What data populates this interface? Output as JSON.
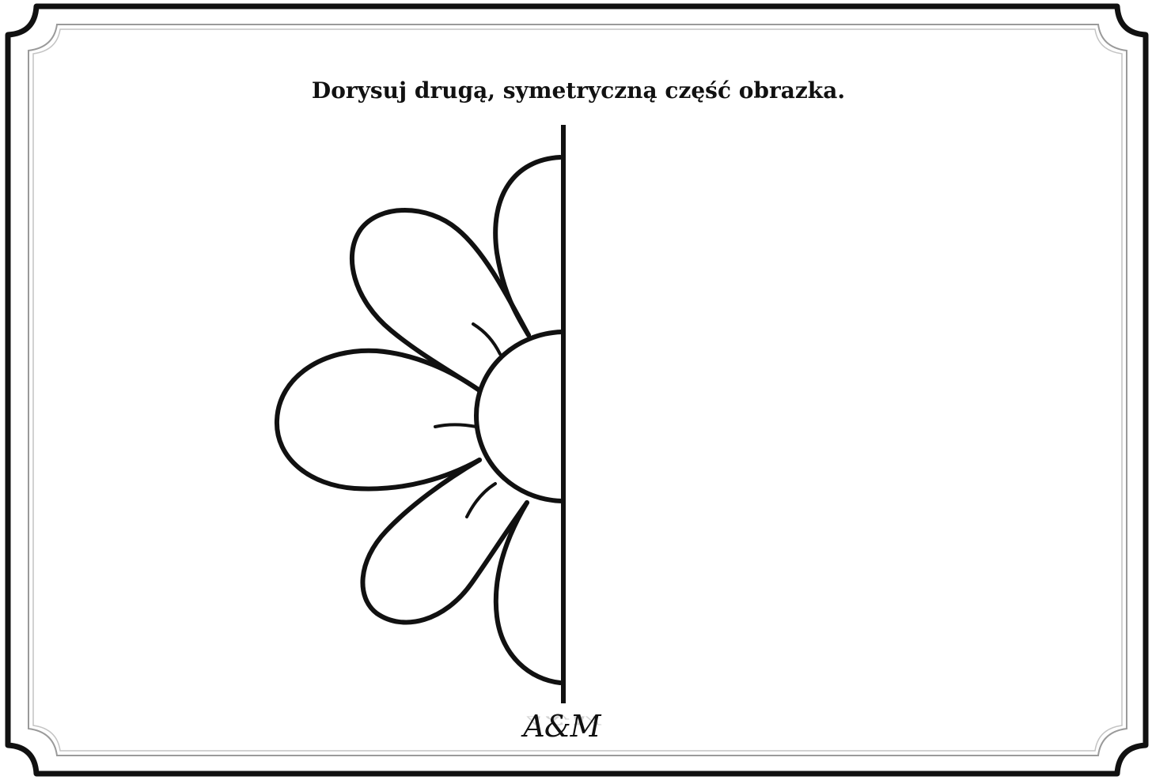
{
  "worksheet": {
    "instruction": "Dorysuj drugą, symetryczną część obrazka.",
    "signature": "A&M"
  },
  "colors": {
    "ink": "#111111",
    "frame_inner": "#9a9a9a",
    "background": "#ffffff"
  },
  "icons": {
    "half_flower": "half-flower-drawing",
    "symmetry_axis": "vertical-symmetry-line",
    "frame": "decorative-scalloped-frame"
  }
}
